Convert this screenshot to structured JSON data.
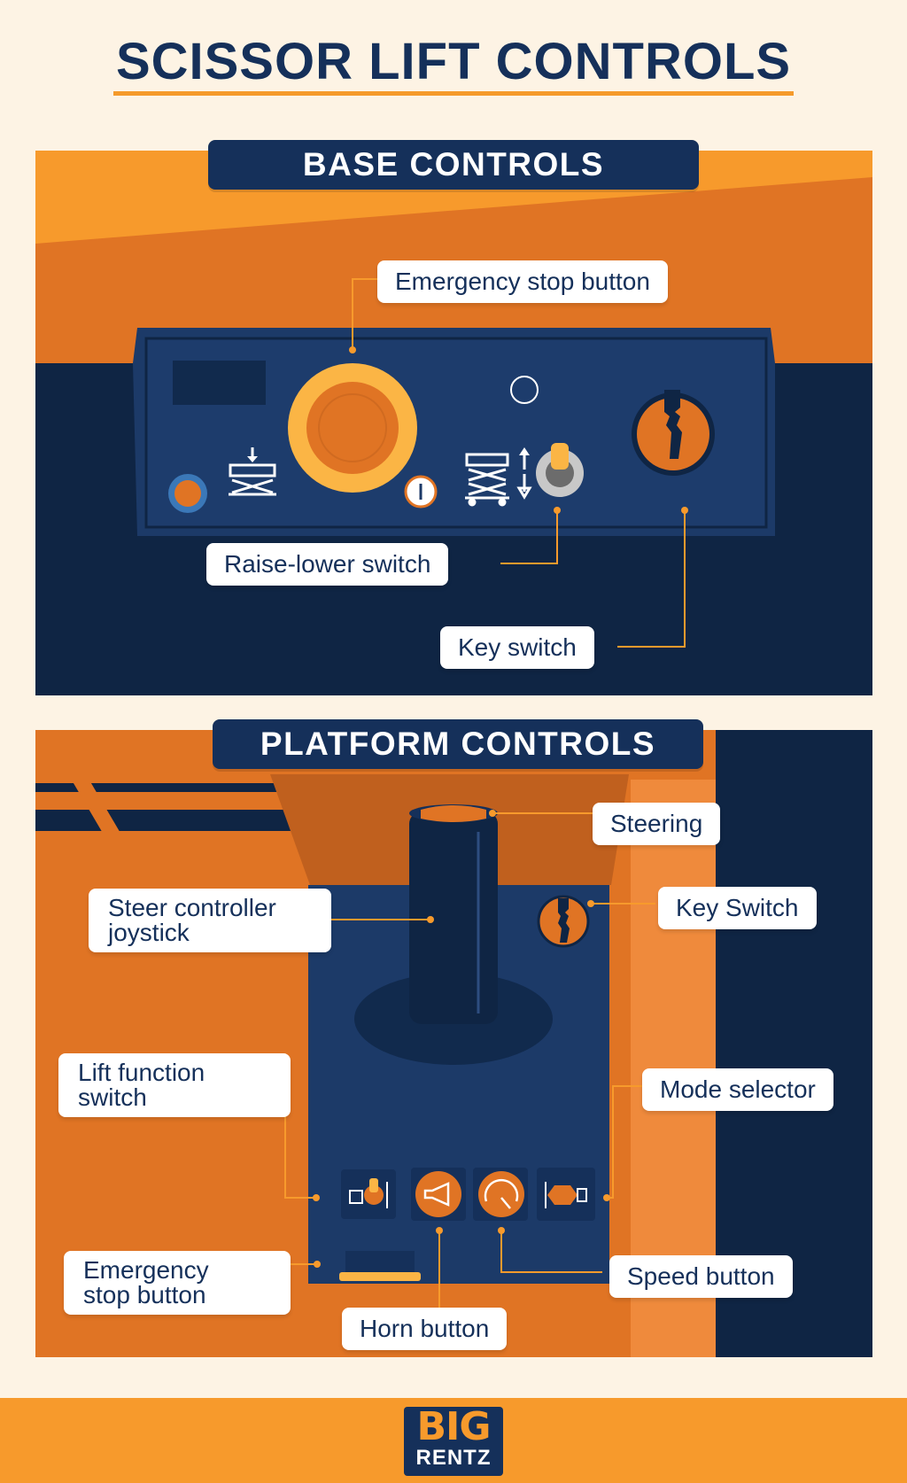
{
  "title": "SCISSOR LIFT CONTROLS",
  "base": {
    "heading": "BASE CONTROLS",
    "callouts": {
      "emergency_stop": "Emergency stop button",
      "raise_lower": "Raise-lower switch",
      "key_switch": "Key switch"
    }
  },
  "platform": {
    "heading": "PLATFORM CONTROLS",
    "callouts": {
      "steering": "Steering",
      "steer_joystick_line1": "Steer controller",
      "steer_joystick_line2": "joystick",
      "key_switch": "Key Switch",
      "lift_function_line1": "Lift function",
      "lift_function_line2": "switch",
      "mode_selector": "Mode selector",
      "emergency_stop_line1": "Emergency",
      "emergency_stop_line2": "stop button",
      "speed_button": "Speed button",
      "horn_button": "Horn button"
    }
  },
  "logo": {
    "line1": "BIG",
    "line2": "RENTZ"
  },
  "colors": {
    "navy": "#15305a",
    "orange": "#e07424",
    "light_orange": "#f79a2c",
    "yellow": "#fbb545",
    "cream": "#fdf3e4"
  }
}
